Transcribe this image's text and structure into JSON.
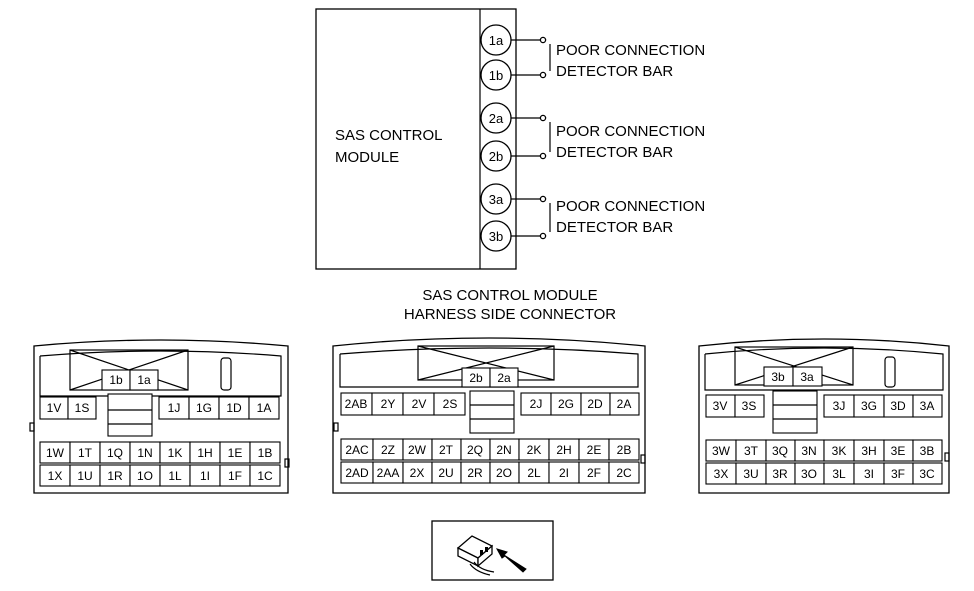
{
  "module": {
    "label_line1": "SAS CONTROL",
    "label_line2": "MODULE",
    "terminals": [
      "1a",
      "1b",
      "2a",
      "2b",
      "3a",
      "3b"
    ],
    "detector_label_line1": "POOR CONNECTION",
    "detector_label_line2": "DETECTOR BAR"
  },
  "connector_title": {
    "line1": "SAS CONTROL MODULE",
    "line2": "HARNESS SIDE CONNECTOR"
  },
  "connector1": {
    "top_label_left": "1b",
    "top_label_right": "1a",
    "row1_left": [
      "1V",
      "1S"
    ],
    "row1_right": [
      "1J",
      "1G",
      "1D",
      "1A"
    ],
    "row2": [
      "1W",
      "1T",
      "1Q",
      "1N",
      "1K",
      "1H",
      "1E",
      "1B"
    ],
    "row3": [
      "1X",
      "1U",
      "1R",
      "1O",
      "1L",
      "1I",
      "1F",
      "1C"
    ]
  },
  "connector2": {
    "top_label_left": "2b",
    "top_label_right": "2a",
    "row1_left": [
      "2AB",
      "2Y",
      "2V",
      "2S"
    ],
    "row1_right": [
      "2J",
      "2G",
      "2D",
      "2A"
    ],
    "row2": [
      "2AC",
      "2Z",
      "2W",
      "2T",
      "2Q",
      "2N",
      "2K",
      "2H",
      "2E",
      "2B"
    ],
    "row3": [
      "2AD",
      "2AA",
      "2X",
      "2U",
      "2R",
      "2O",
      "2L",
      "2I",
      "2F",
      "2C"
    ]
  },
  "connector3": {
    "top_label_left": "3b",
    "top_label_right": "3a",
    "row1_left": [
      "3V",
      "3S"
    ],
    "row1_right": [
      "3J",
      "3G",
      "3D",
      "3A"
    ],
    "row2": [
      "3W",
      "3T",
      "3Q",
      "3N",
      "3K",
      "3H",
      "3E",
      "3B"
    ],
    "row3": [
      "3X",
      "3U",
      "3R",
      "3O",
      "3L",
      "3I",
      "3F",
      "3C"
    ]
  },
  "connector_view_icon": "harness-connector-view-arrow-icon"
}
